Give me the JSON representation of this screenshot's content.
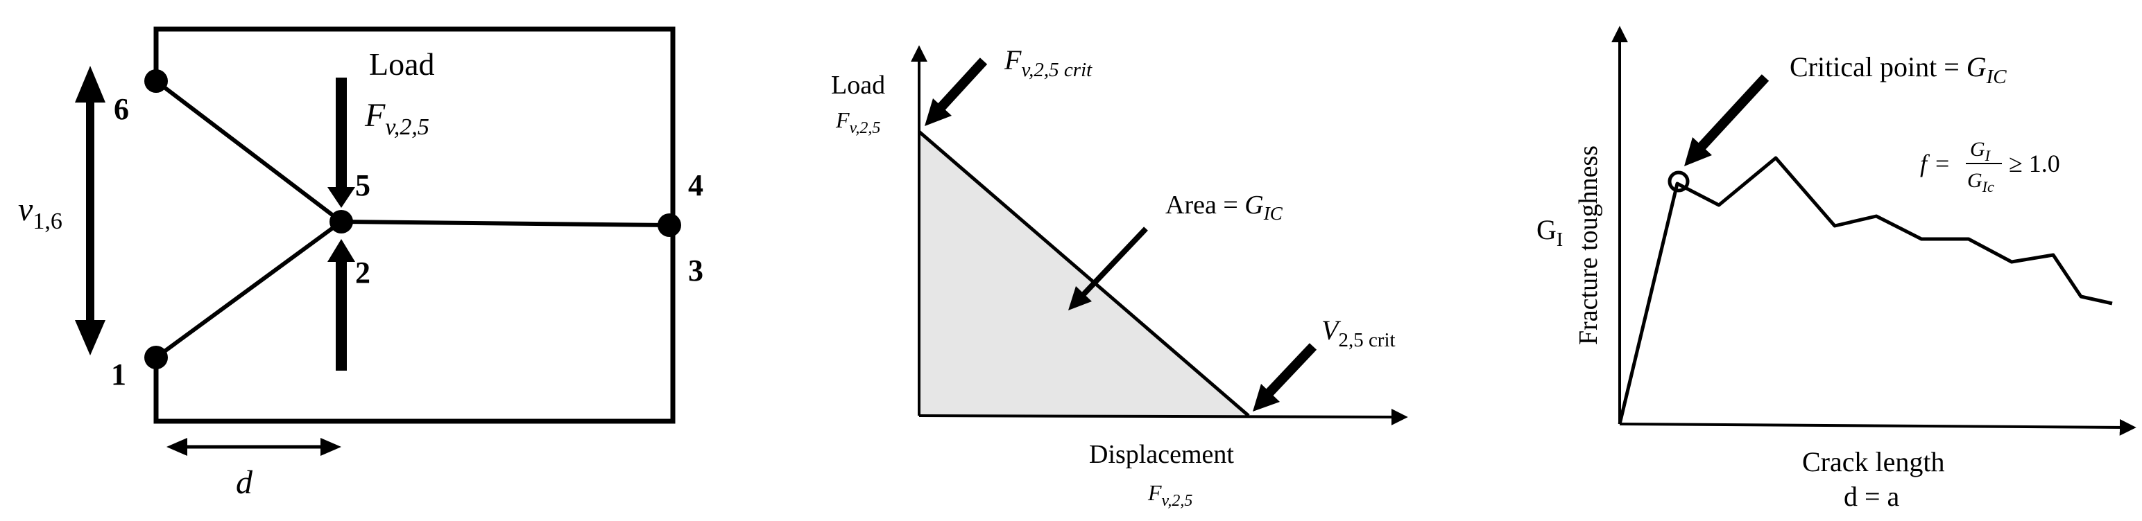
{
  "panel1": {
    "node_labels": {
      "n1": "1",
      "n2": "2",
      "n3": "3",
      "n4": "4",
      "n5": "5",
      "n6": "6"
    },
    "load_label": "Load",
    "load_symbol": {
      "base": "F",
      "sub": "v,2,5"
    },
    "opening_label": {
      "base": "v",
      "sub": "1,6"
    },
    "width_label": "d"
  },
  "panel2": {
    "y_label": "Load",
    "y_symbol": {
      "base": "F",
      "sub": "v,2,5"
    },
    "peak_label": {
      "base": "F",
      "sub": "v,2,5 crit"
    },
    "area_label": {
      "text": "Area = ",
      "base": "G",
      "sub": "IC"
    },
    "disp_crit_label": {
      "base": "V",
      "sub": "2,5 crit"
    },
    "x_label": "Displacement",
    "x_symbol": {
      "base": "F",
      "sub": "v,2,5"
    },
    "area_fill_color": "#e6e6e6"
  },
  "panel3": {
    "critical_label": {
      "text": "Critical point = ",
      "base": "G",
      "sub": "IC"
    },
    "formula": {
      "lhs": "f = ",
      "num_base": "G",
      "num_sub": "I",
      "den_base": "G",
      "den_sub": "Ic",
      "rhs": "≥ 1.0"
    },
    "y_label": "Fracture toughness",
    "y_symbol": {
      "base": "G",
      "sub": "I"
    },
    "x_label": "Crack length",
    "x_sub_label": "d = a"
  }
}
